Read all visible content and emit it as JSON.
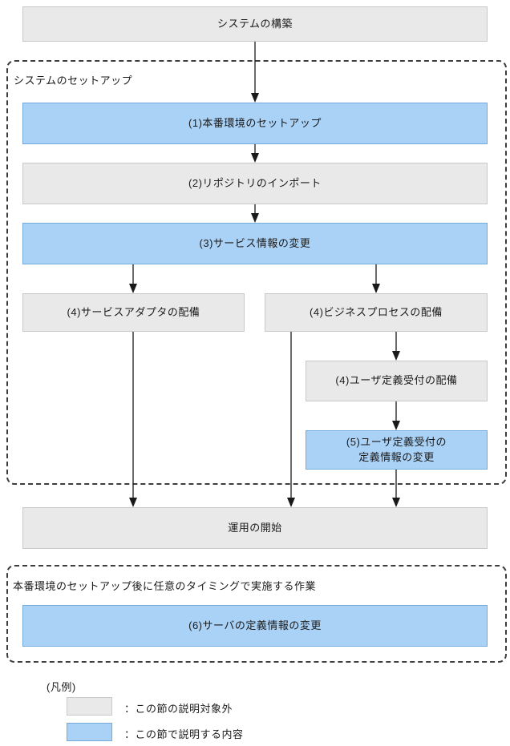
{
  "colors": {
    "excluded_fill": "#e9e9e9",
    "excluded_border": "#c9c9c9",
    "highlight_fill": "#aad2f7",
    "highlight_border": "#74a9dc",
    "arrow": "#1a1a1a"
  },
  "nodes": {
    "system_build": {
      "label": "システムの構築"
    },
    "step1": {
      "label": "(1)本番環境のセットアップ"
    },
    "step2": {
      "label": "(2)リポジトリのインポート"
    },
    "step3": {
      "label": "(3)サービス情報の変更"
    },
    "step4_adapter": {
      "label": "(4)サービスアダプタの配備"
    },
    "step4_bp": {
      "label": "(4)ビジネスプロセスの配備"
    },
    "step4_user": {
      "label": "(4)ユーザ定義受付の配備"
    },
    "step5": {
      "line1": "(5)ユーザ定義受付の",
      "line2": "定義情報の変更"
    },
    "operation_start": {
      "label": "運用の開始"
    },
    "step6": {
      "label": "(6)サーバの定義情報の変更"
    }
  },
  "groups": {
    "setup": {
      "title": "システムのセットアップ"
    },
    "anytime": {
      "title": "本番環境のセットアップ後に任意のタイミングで実施する作業"
    }
  },
  "legend": {
    "title": "(凡例)",
    "items": [
      {
        "type": "excluded",
        "label": "：この節の説明対象外"
      },
      {
        "type": "highlight",
        "label": "：この節で説明する内容"
      }
    ]
  }
}
